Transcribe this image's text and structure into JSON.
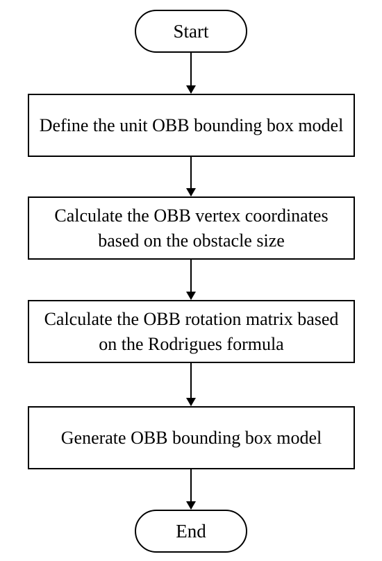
{
  "flowchart": {
    "start": {
      "label": "Start"
    },
    "steps": [
      {
        "label": "Define the unit OBB bounding box model"
      },
      {
        "label": "Calculate the OBB vertex coordinates based on the obstacle size"
      },
      {
        "label": "Calculate the OBB rotation matrix based on the Rodrigues formula"
      },
      {
        "label": "Generate OBB bounding box model"
      }
    ],
    "end": {
      "label": "End"
    },
    "colors": {
      "stroke": "#000000",
      "background": "#ffffff",
      "text": "#000000"
    }
  }
}
